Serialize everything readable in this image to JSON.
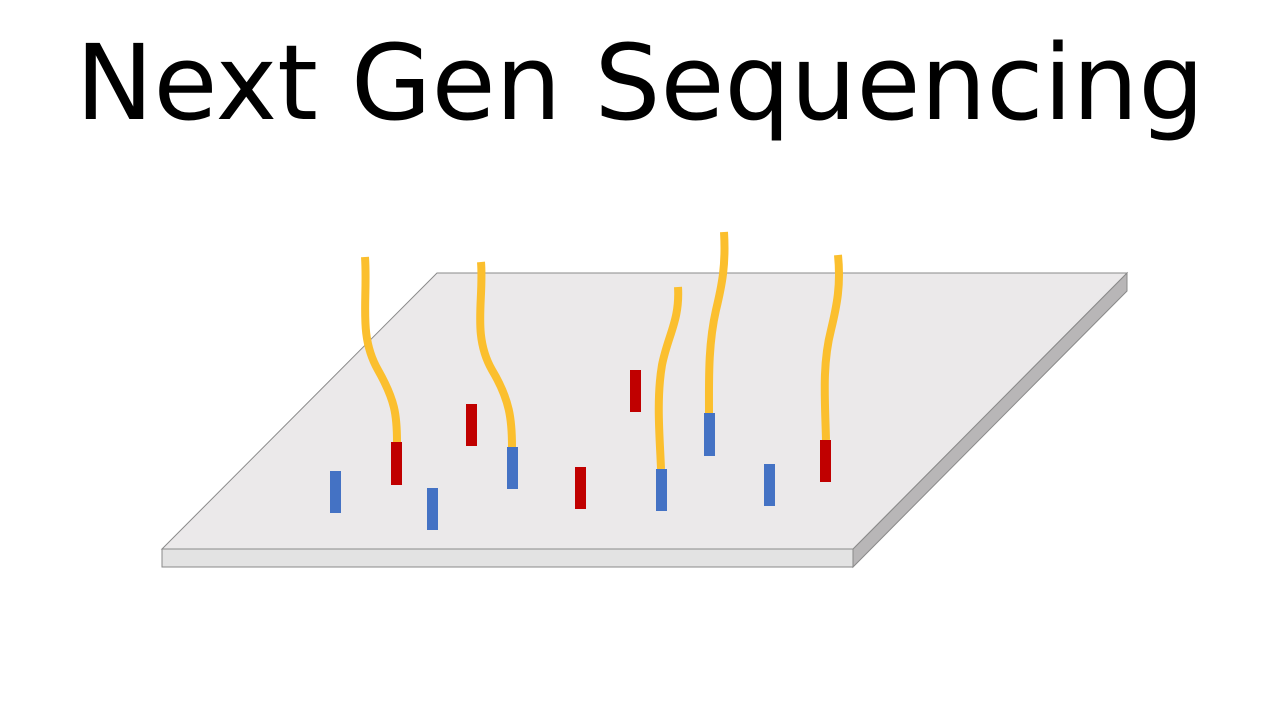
{
  "title": "Next Gen Sequencing",
  "colors": {
    "background": "#ffffff",
    "slide_top": "#ebe9ea",
    "slide_front": "#e3e3e3",
    "slide_side": "#b8b6b7",
    "slide_outline": "#8a8a8a",
    "strand": "#fbbf2e",
    "primer_red": "#c00000",
    "primer_blue": "#4472c4"
  },
  "flow_cell": {
    "attached_strands": [
      {
        "name": "strand-1",
        "primer": "red"
      },
      {
        "name": "strand-2",
        "primer": "blue"
      },
      {
        "name": "strand-3",
        "primer": "blue"
      },
      {
        "name": "strand-4",
        "primer": "blue"
      },
      {
        "name": "strand-5",
        "primer": "red"
      }
    ],
    "free_primers": [
      {
        "name": "primer-1",
        "primer": "blue"
      },
      {
        "name": "primer-2",
        "primer": "red"
      },
      {
        "name": "primer-3",
        "primer": "blue"
      },
      {
        "name": "primer-4",
        "primer": "red"
      },
      {
        "name": "primer-5",
        "primer": "red"
      },
      {
        "name": "primer-6",
        "primer": "blue"
      }
    ]
  }
}
